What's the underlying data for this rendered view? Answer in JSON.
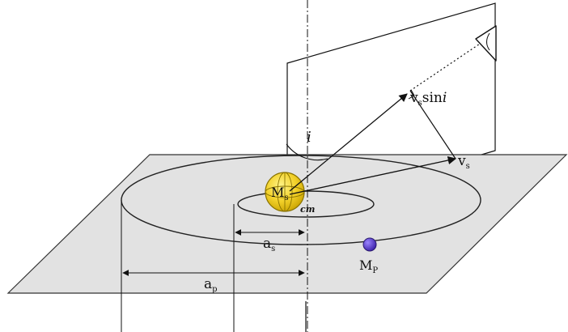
{
  "labels": {
    "inclination": "i",
    "vs_sini_main": "v",
    "vs_sini_sub": "s",
    "vs_sini_sin": "sin",
    "vs_sini_i": "i",
    "vs_main": "v",
    "vs_sub": "s",
    "star_main": "M",
    "star_sub": "s",
    "cm": "cm",
    "as_main": "a",
    "as_sub": "s",
    "ap_main": "a",
    "ap_sub": "p",
    "planet_main": "M",
    "planet_sub": "P"
  },
  "colors": {
    "plane_fill": "#e2e2e2",
    "star_fill": "#f2d12a",
    "star_stroke": "#8a7300",
    "planet_fill": "#5a39c8",
    "planet_stroke": "#2a1a6e",
    "line": "#111111"
  }
}
